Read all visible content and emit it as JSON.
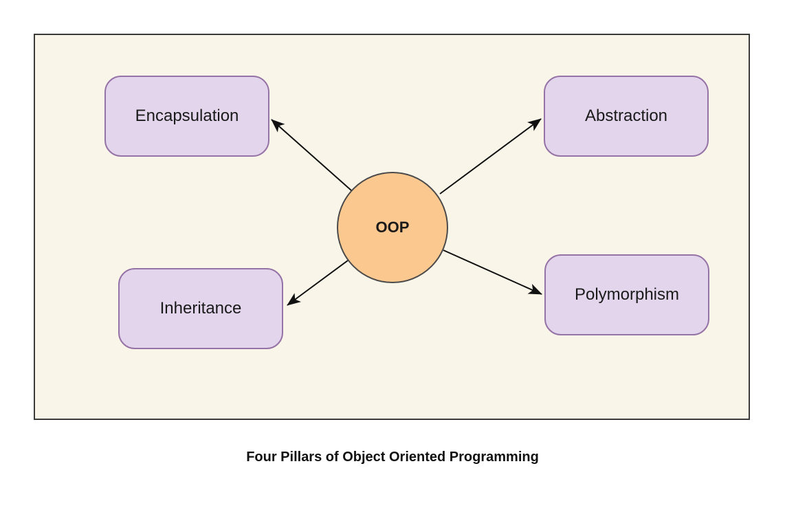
{
  "diagram": {
    "caption": "Four Pillars of Object Oriented Programming",
    "center": {
      "label": "OOP"
    },
    "nodes": [
      {
        "id": "encapsulation",
        "label": "Encapsulation"
      },
      {
        "id": "abstraction",
        "label": "Abstraction"
      },
      {
        "id": "inheritance",
        "label": "Inheritance"
      },
      {
        "id": "polymorphism",
        "label": "Polymorphism"
      }
    ],
    "colors": {
      "canvas_bg": "#f9f5e9",
      "canvas_border": "#3a3a3a",
      "node_fill": "#e3d5ec",
      "node_border": "#9673a6",
      "center_fill": "#fbc88f",
      "center_border": "#4a4a4a",
      "arrow": "#111111",
      "text": "#1a1a1a"
    }
  }
}
